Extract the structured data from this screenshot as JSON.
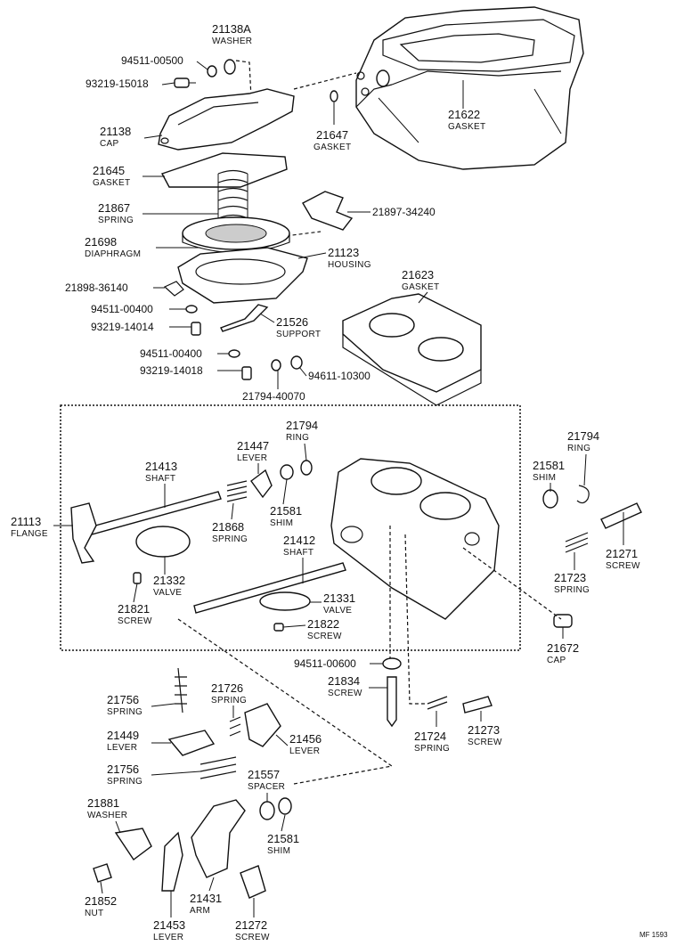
{
  "labels": {
    "p21138A": {
      "num": "21138A",
      "name": "WASHER"
    },
    "p94511_00500": {
      "num": "94511-00500"
    },
    "p93219_15018": {
      "num": "93219-15018"
    },
    "p21138": {
      "num": "21138",
      "name": "CAP"
    },
    "p21647": {
      "num": "21647",
      "name": "GASKET"
    },
    "p21622": {
      "num": "21622",
      "name": "GASKET"
    },
    "p21645": {
      "num": "21645",
      "name": "GASKET"
    },
    "p21867": {
      "num": "21867",
      "name": "SPRING"
    },
    "p21897_34240": {
      "num": "21897-34240"
    },
    "p21698": {
      "num": "21698",
      "name": "DIAPHRAGM"
    },
    "p21123": {
      "num": "21123",
      "name": "HOUSING"
    },
    "p21898_36140": {
      "num": "21898-36140"
    },
    "p21623": {
      "num": "21623",
      "name": "GASKET"
    },
    "p94511_00400a": {
      "num": "94511-00400"
    },
    "p93219_14014": {
      "num": "93219-14014"
    },
    "p21526": {
      "num": "21526",
      "name": "SUPPORT"
    },
    "p94511_00400b": {
      "num": "94511-00400"
    },
    "p93219_14018": {
      "num": "93219-14018"
    },
    "p94611_10300": {
      "num": "94611-10300"
    },
    "p21794_40070": {
      "num": "21794-40070"
    },
    "p21794a": {
      "num": "21794",
      "name": "RING"
    },
    "p21447": {
      "num": "21447",
      "name": "LEVER"
    },
    "p21413": {
      "num": "21413",
      "name": "SHAFT"
    },
    "p21581a": {
      "num": "21581",
      "name": "SHIM"
    },
    "p21868": {
      "num": "21868",
      "name": "SPRING"
    },
    "p21113": {
      "num": "21113",
      "name": "FLANGE"
    },
    "p21412": {
      "num": "21412",
      "name": "SHAFT"
    },
    "p21332": {
      "num": "21332",
      "name": "VALVE"
    },
    "p21331": {
      "num": "21331",
      "name": "VALVE"
    },
    "p21821": {
      "num": "21821",
      "name": "SCREW"
    },
    "p21822": {
      "num": "21822",
      "name": "SCREW"
    },
    "p21794b": {
      "num": "21794",
      "name": "RING"
    },
    "p21581b": {
      "num": "21581",
      "name": "SHIM"
    },
    "p21271": {
      "num": "21271",
      "name": "SCREW"
    },
    "p21723": {
      "num": "21723",
      "name": "SPRING"
    },
    "p21672": {
      "num": "21672",
      "name": "CAP"
    },
    "p94511_00600": {
      "num": "94511-00600"
    },
    "p21834": {
      "num": "21834",
      "name": "SCREW"
    },
    "p21756a": {
      "num": "21756",
      "name": "SPRING"
    },
    "p21726": {
      "num": "21726",
      "name": "SPRING"
    },
    "p21449": {
      "num": "21449",
      "name": "LEVER"
    },
    "p21456": {
      "num": "21456",
      "name": "LEVER"
    },
    "p21724": {
      "num": "21724",
      "name": "SPRING"
    },
    "p21273": {
      "num": "21273",
      "name": "SCREW"
    },
    "p21756b": {
      "num": "21756",
      "name": "SPRING"
    },
    "p21557": {
      "num": "21557",
      "name": "SPACER"
    },
    "p21881": {
      "num": "21881",
      "name": "WASHER"
    },
    "p21581c": {
      "num": "21581",
      "name": "SHIM"
    },
    "p21852": {
      "num": "21852",
      "name": "NUT"
    },
    "p21431": {
      "num": "21431",
      "name": "ARM"
    },
    "p21453": {
      "num": "21453",
      "name": "LEVER"
    },
    "p21272": {
      "num": "21272",
      "name": "SCREW"
    }
  },
  "footer": {
    "mark": "MF 1593"
  }
}
